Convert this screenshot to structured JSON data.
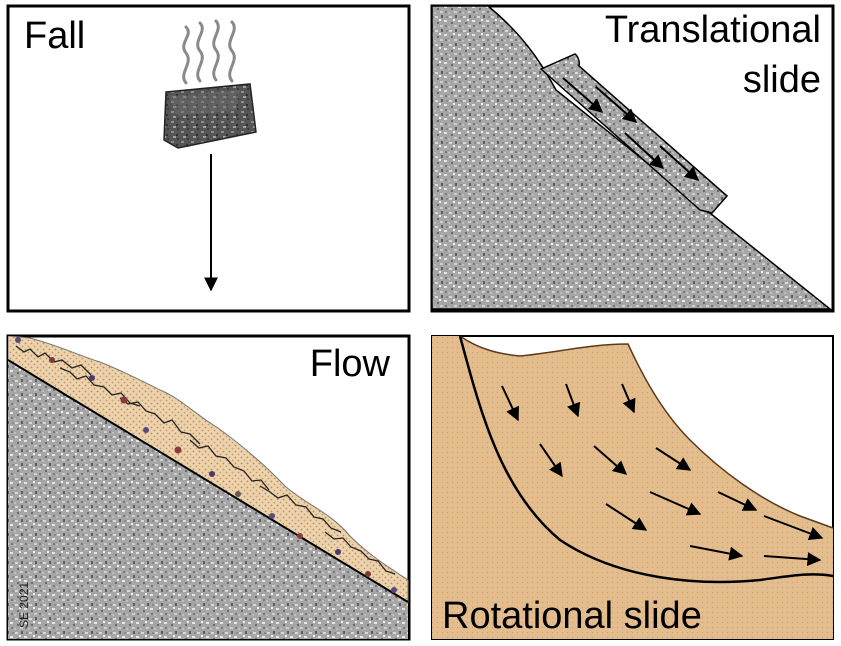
{
  "panels": {
    "fall": {
      "label": "Fall"
    },
    "translational": {
      "label_line1": "Translational",
      "label_line2": "slide"
    },
    "flow": {
      "label": "Flow"
    },
    "rotational": {
      "label": "Rotational slide"
    }
  },
  "credit": "SE 2021",
  "colors": {
    "rock_base": "#a8a8a8",
    "sediment": "#e8c9a0",
    "rotational_fill": "#e3bd8f",
    "outline": "#000000"
  }
}
